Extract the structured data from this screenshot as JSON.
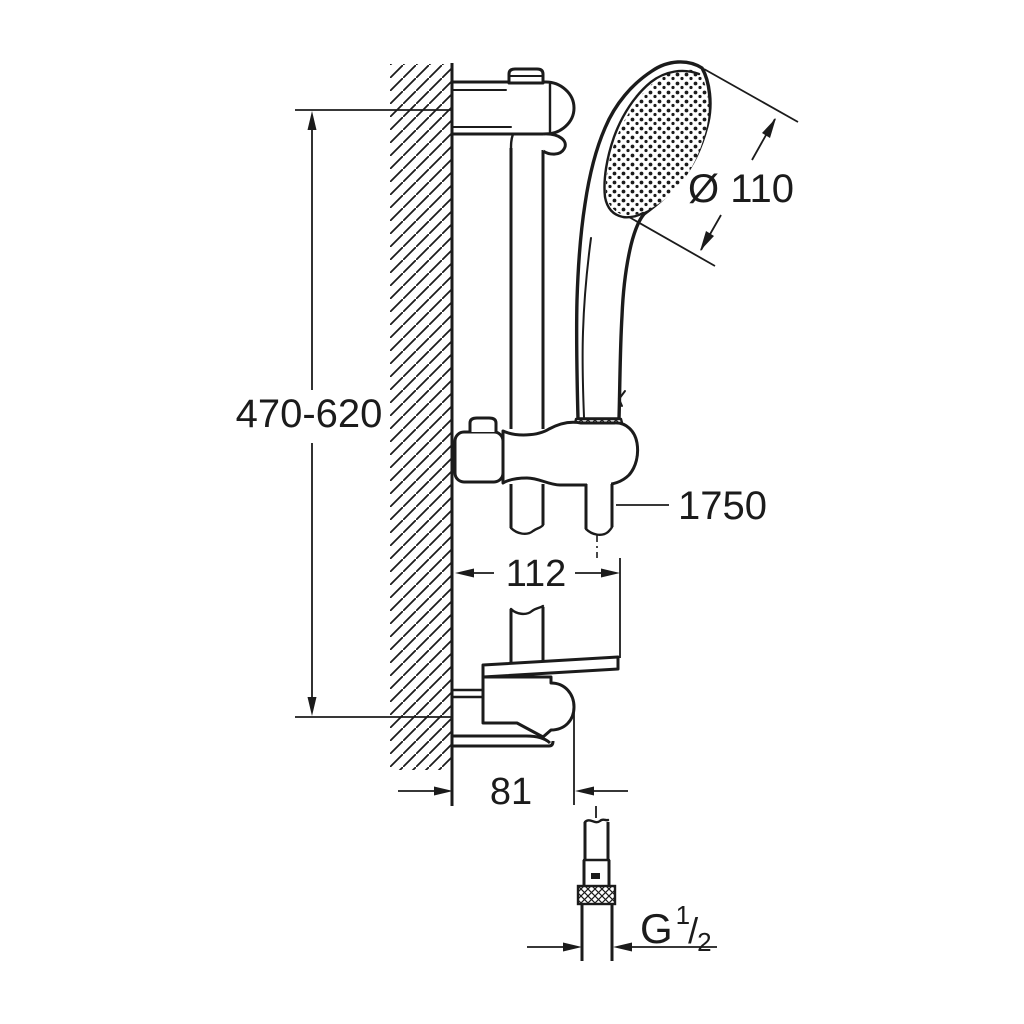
{
  "drawing": {
    "labels": {
      "height_range": "470-620",
      "head_diameter": "Ø 110",
      "hose_length": "1750",
      "wall_to_hose": "112",
      "wall_to_bracket": "81",
      "thread": {
        "letter": "G",
        "numerator": "1",
        "slash": "/",
        "denominator": "2"
      }
    },
    "colors": {
      "line": "#1b1b1b",
      "background": "#ffffff"
    }
  }
}
